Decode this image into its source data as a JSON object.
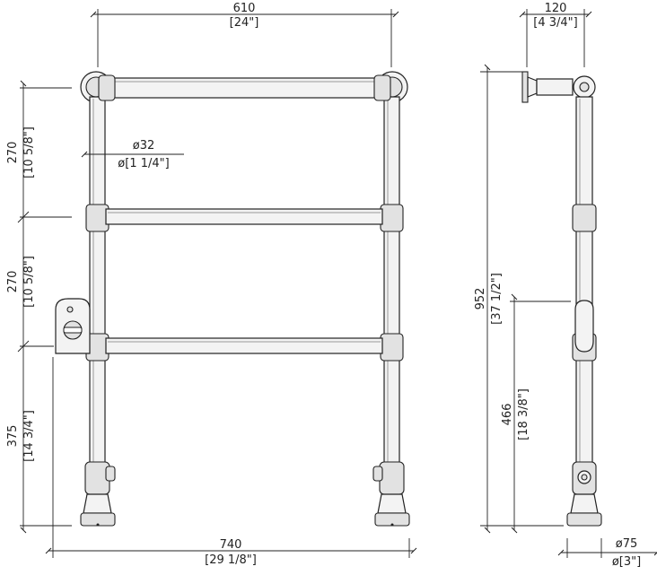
{
  "dimensions": {
    "top_width": {
      "mm": "610",
      "inch": "[24\"]"
    },
    "depth": {
      "mm": "120",
      "inch": "[4 3/4\"]"
    },
    "pipe_diameter": {
      "mm": "ø32",
      "inch": "ø[1 1/4\"]"
    },
    "upper_spacing": {
      "mm": "270",
      "inch": "[10 5/8\"]"
    },
    "middle_spacing": {
      "mm": "270",
      "inch": "[10 5/8\"]"
    },
    "bottom_rail_height": {
      "mm": "375",
      "inch": "[14 3/4\"]"
    },
    "overall_width": {
      "mm": "740",
      "inch": "[29 1/8\"]"
    },
    "overall_height": {
      "mm": "952",
      "inch": "[37 1/2\"]"
    },
    "element_height": {
      "mm": "466",
      "inch": "[18 3/8\"]"
    },
    "foot_diameter": {
      "mm": "ø75",
      "inch": "ø[3\"]"
    }
  }
}
